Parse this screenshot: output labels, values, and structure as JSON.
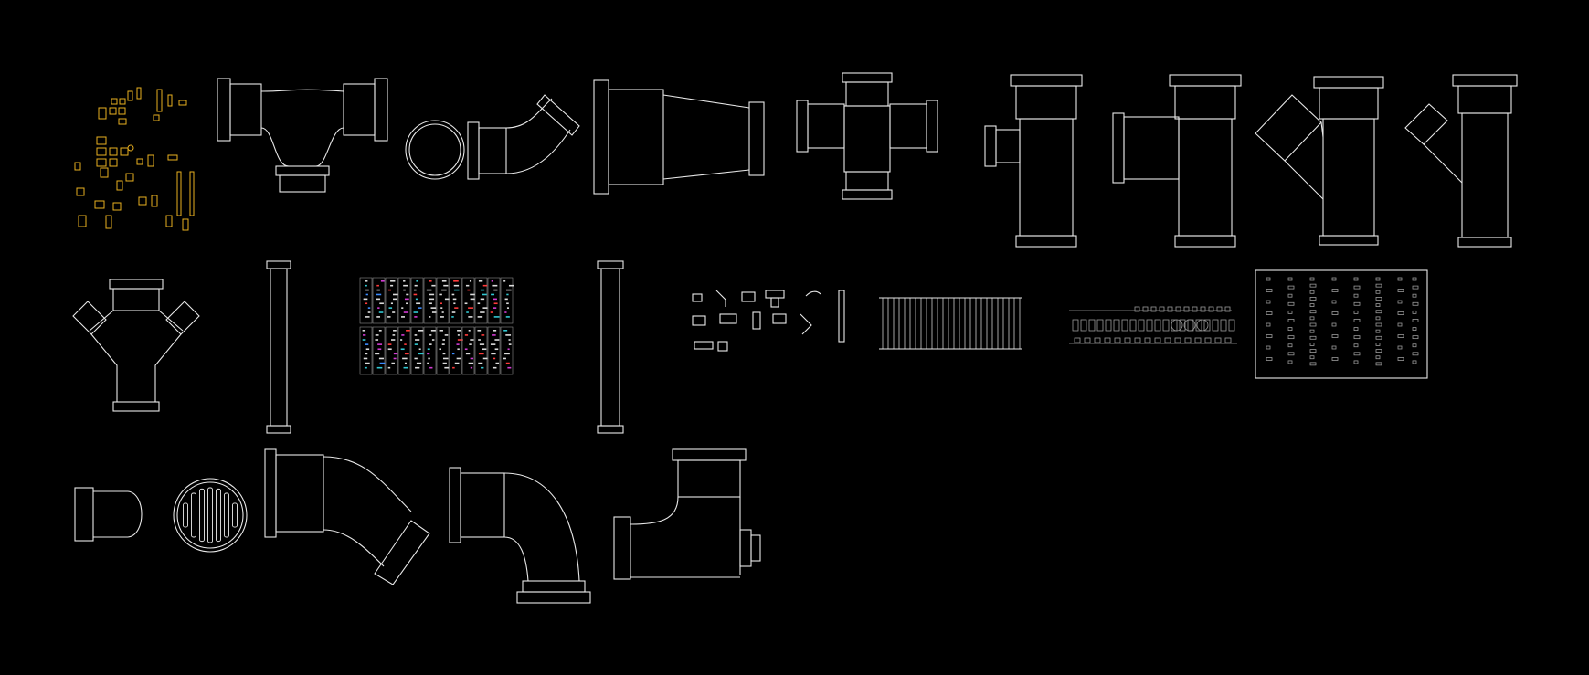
{
  "drawing": {
    "background": "#000000",
    "line_color": "#e8e8e8",
    "accent_colors": [
      "#e8b020",
      "#d23cd2",
      "#32c8d2",
      "#ff3c3c",
      "#3c8cff"
    ]
  },
  "blocks": [
    {
      "name": "fittings-legend-cluster",
      "icon": "yellow-symbol-cluster"
    },
    {
      "name": "double-socket-tee",
      "icon": "tee-fitting"
    },
    {
      "name": "elbow-with-access-cap",
      "icon": "elbow-fitting"
    },
    {
      "name": "reducer",
      "icon": "reducer-fitting"
    },
    {
      "name": "cross-fitting",
      "icon": "cross-fitting"
    },
    {
      "name": "tee-side-branch-small",
      "icon": "tee-fitting"
    },
    {
      "name": "tee-side-branch-large",
      "icon": "tee-fitting"
    },
    {
      "name": "y-branch-large",
      "icon": "y-branch"
    },
    {
      "name": "y-branch-small",
      "icon": "y-branch"
    },
    {
      "name": "double-y-branch",
      "icon": "double-y-branch"
    },
    {
      "name": "straight-pipe-1",
      "icon": "pipe"
    },
    {
      "name": "colored-sheet-set",
      "icon": "drawing-sheets"
    },
    {
      "name": "straight-pipe-2",
      "icon": "pipe"
    },
    {
      "name": "small-fittings-set",
      "icon": "fittings"
    },
    {
      "name": "pipe-rack",
      "icon": "rack"
    },
    {
      "name": "fitting-elevations-strip",
      "icon": "fittings"
    },
    {
      "name": "symbol-legend-table",
      "icon": "table"
    },
    {
      "name": "floor-drain",
      "icon": "drain"
    },
    {
      "name": "elbow-45",
      "icon": "elbow-fitting"
    },
    {
      "name": "elbow-90",
      "icon": "elbow-fitting"
    },
    {
      "name": "elbow-with-cleanout",
      "icon": "elbow-fitting"
    }
  ]
}
